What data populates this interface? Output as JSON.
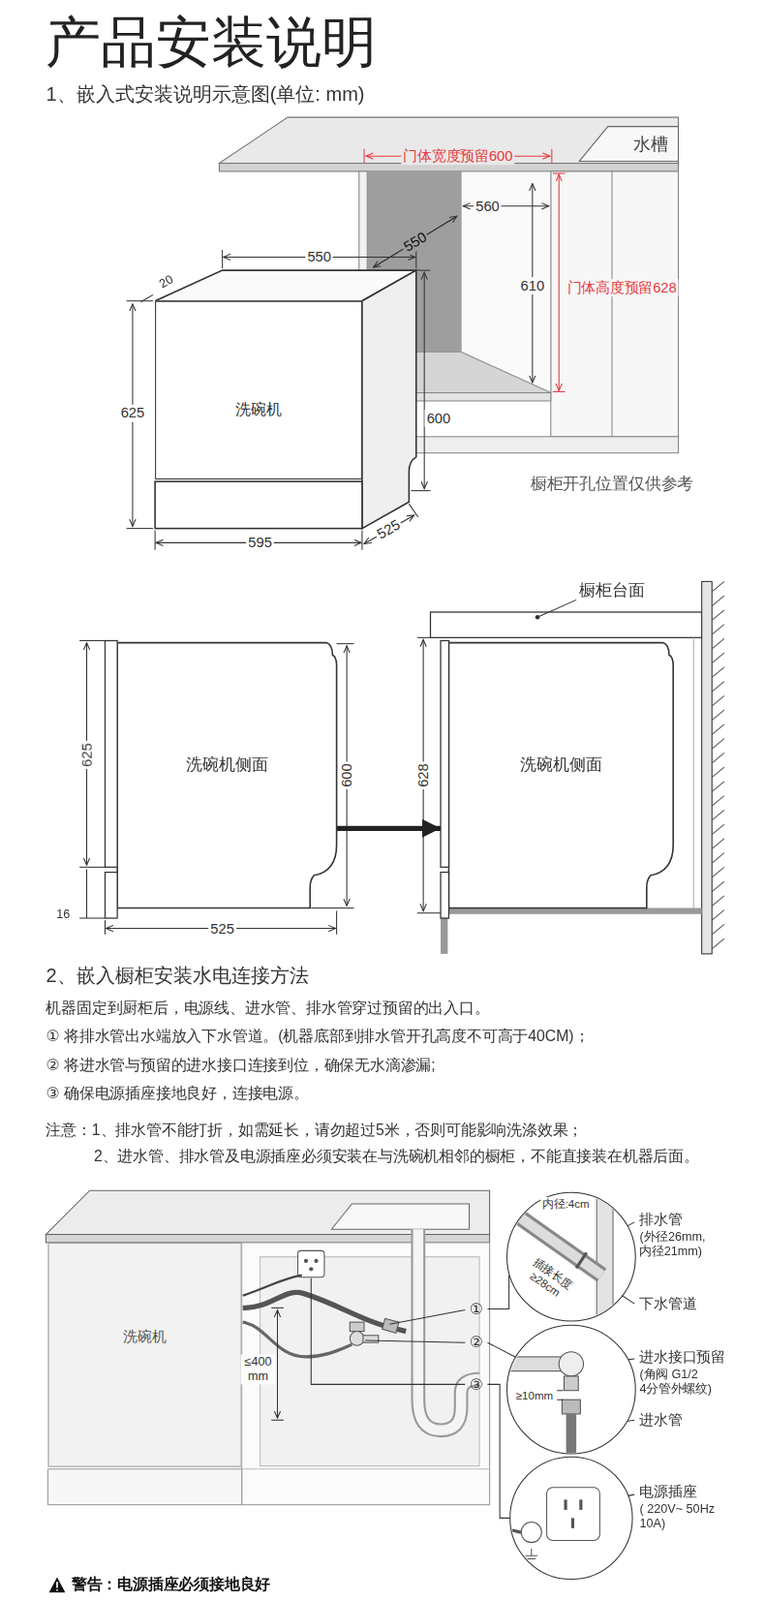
{
  "diagram": {
    "title": "产品安装说明",
    "nodes": [
      {
        "text": [
          "洗碗机"
        ]
      },
      {
        "text": [
          "洗碗机侧面"
        ]
      },
      {
        "text": [
          "洗碗机侧面"
        ]
      },
      {
        "text": [
          "洗碗机"
        ]
      }
    ],
    "edges": [
      {
        "from": 1,
        "to": 2,
        "arrow": "to"
      }
    ],
    "labels": [
      "1、嵌入式安装说明示意图(单位: mm)",
      "门体宽度预留600",
      "水槽",
      "560",
      "550",
      "550",
      "20",
      "610",
      "门体高度预留628",
      "625",
      "600",
      "595",
      "525",
      "橱柜开孔位置仅供参考",
      "橱柜台面",
      "625",
      "16",
      "600",
      "525",
      "628",
      "2、嵌入橱柜安装水电连接方法",
      "机器固定到厨柜后，电源线、进水管、排水管穿过预留的出入口。",
      "① 将排水管出水端放入下水管道。(机器底部到排水管开孔高度不可高于40CM)；",
      "② 将进水管与预留的进水接口连接到位，确保无水滴渗漏;",
      "③ 确保电源插座接地良好，连接电源。",
      "注意：1、排水管不能打折，如需延长，请勿超过5米，否则可能影响洗涤效果；",
      "2、进水管、排水管及电源插座必须安装在与洗碗机相邻的橱柜，不能直接装在机器后面。",
      "≤400 mm",
      "①",
      "②",
      "③",
      "内径:4cm",
      "插接长度 ≥28cm",
      "排水管",
      "(外径26mm, 内径21mm)",
      "下水管道",
      "≥10mm",
      "进水接口预留",
      "(角阀 G1/2 4分管外螺纹)",
      "进水管",
      "电源插座",
      "( 220V~ 50Hz 10A)",
      "警告：电源插座必须接地良好"
    ]
  }
}
